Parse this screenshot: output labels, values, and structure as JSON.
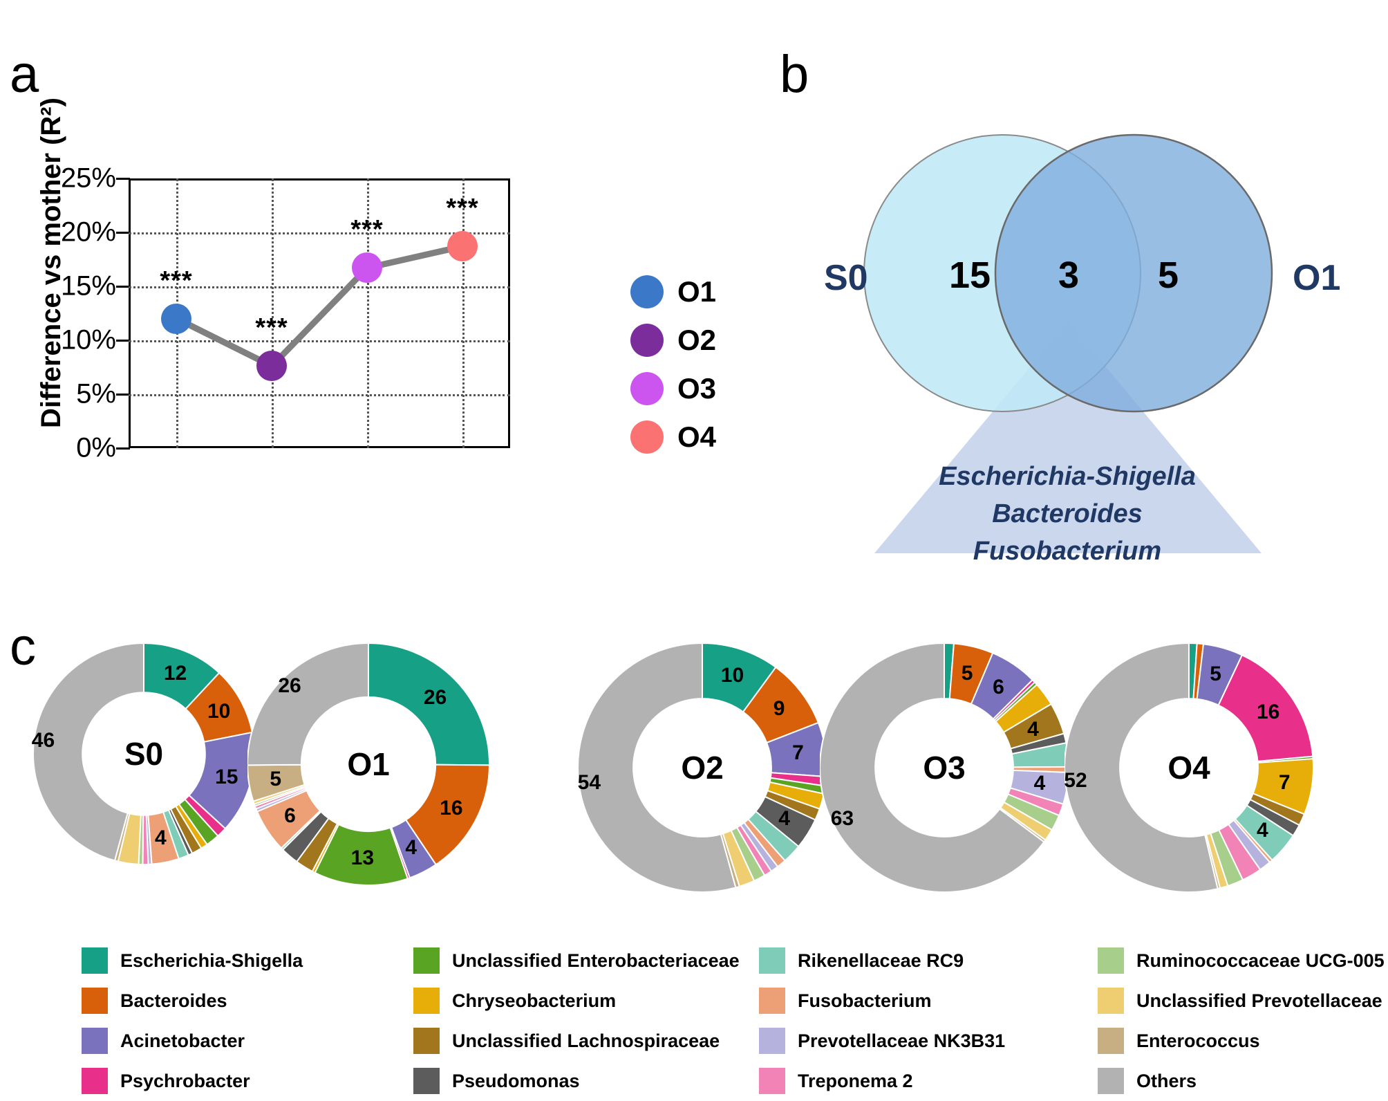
{
  "figure": {
    "panel_letters": {
      "a": "a",
      "b": "b",
      "c": "c"
    }
  },
  "panel_a": {
    "ylabel": "Difference vs mother (R²)",
    "significance_marker": "***",
    "legend": [
      {
        "label": "O1",
        "color": "#3C78C8"
      },
      {
        "label": "O2",
        "color": "#7B2D9B"
      },
      {
        "label": "O3",
        "color": "#CC55F0"
      },
      {
        "label": "O4",
        "color": "#FB7272"
      }
    ]
  },
  "panel_b": {
    "left_label": "S0",
    "right_label": "O1",
    "left_only": "15",
    "intersection": "3",
    "right_only": "5",
    "left_color": "#BFE9F7",
    "right_color": "#7FAEDD",
    "beam_color": "#CBD7ED",
    "text_color": "#1F3864",
    "taxa": [
      "Escherichia-Shigella",
      "Bacteroides",
      "Fusobacterium"
    ]
  },
  "panel_c": {
    "donuts": [
      {
        "name": "S0"
      },
      {
        "name": "O1"
      },
      {
        "name": "O2"
      },
      {
        "name": "O3"
      },
      {
        "name": "O4"
      }
    ],
    "legend": [
      {
        "label": "Escherichia-Shigella",
        "color": "#16A085"
      },
      {
        "label": "Bacteroides",
        "color": "#D9600B"
      },
      {
        "label": "Acinetobacter",
        "color": "#7B72BE"
      },
      {
        "label": "Psychrobacter",
        "color": "#E8308A"
      },
      {
        "label": "Unclassified Enterobacteriaceae",
        "color": "#5AA423"
      },
      {
        "label": "Chryseobacterium",
        "color": "#E7AE09"
      },
      {
        "label": "Unclassified Lachnospiraceae",
        "color": "#A2761C"
      },
      {
        "label": "Pseudomonas",
        "color": "#5C5C5C"
      },
      {
        "label": "Rikenellaceae RC9",
        "color": "#7FCCB8"
      },
      {
        "label": "Fusobacterium",
        "color": "#EDA075"
      },
      {
        "label": "Prevotellaceae NK3B31",
        "color": "#B5B3DE"
      },
      {
        "label": "Treponema 2",
        "color": "#F183B7"
      },
      {
        "label": "Ruminococcaceae UCG-005",
        "color": "#A8CE8C"
      },
      {
        "label": "Unclassified Prevotellaceae",
        "color": "#EFCE72"
      },
      {
        "label": "Enterococcus",
        "color": "#C8AF83"
      },
      {
        "label": "Others",
        "color": "#B2B2B2"
      }
    ]
  },
  "chart_data": [
    {
      "type": "line",
      "id": "panel_a_r2",
      "title": "",
      "xlabel": "",
      "ylabel": "Difference vs mother (R²)",
      "categories": [
        "O1",
        "O2",
        "O3",
        "O4"
      ],
      "values": [
        12.0,
        7.6,
        16.7,
        18.7
      ],
      "value_unit": "%",
      "ylim": [
        0,
        25
      ],
      "yticks": [
        "0%",
        "5%",
        "10%",
        "15%",
        "20%",
        "25%"
      ],
      "ytick_values": [
        0,
        5,
        10,
        15,
        20,
        25
      ],
      "grid": true,
      "annotations": [
        "***",
        "***",
        "***",
        "***"
      ],
      "point_colors": [
        "#3C78C8",
        "#7B2D9B",
        "#CC55F0",
        "#FB7272"
      ],
      "line_color": "#808080",
      "legend_position": "right"
    },
    {
      "type": "venn",
      "id": "panel_b_venn",
      "sets": [
        "S0",
        "O1"
      ],
      "left_only": 15,
      "intersection": 3,
      "right_only": 5,
      "shared_taxa": [
        "Escherichia-Shigella",
        "Bacteroides",
        "Fusobacterium"
      ]
    },
    {
      "type": "pie",
      "id": "panel_c_S0",
      "title": "S0",
      "categories": [
        "Escherichia-Shigella",
        "Bacteroides",
        "Acinetobacter",
        "Psychrobacter",
        "Unclassified Enterobacteriaceae",
        "Chryseobacterium",
        "Unclassified Lachnospiraceae",
        "Pseudomonas",
        "Rikenellaceae RC9",
        "Fusobacterium",
        "Prevotellaceae NK3B31",
        "Treponema 2",
        "Ruminococcaceae UCG-005",
        "Unclassified Prevotellaceae",
        "Enterococcus",
        "Others"
      ],
      "values": [
        12,
        10,
        15,
        1.5,
        2,
        1,
        1.5,
        0.6,
        1.5,
        4,
        0.5,
        0.8,
        0.6,
        3,
        0.5,
        46
      ],
      "labeled": {
        "Escherichia-Shigella": 12,
        "Bacteroides": 10,
        "Acinetobacter": 15,
        "Fusobacterium": 4,
        "Others": 46
      }
    },
    {
      "type": "pie",
      "id": "panel_c_O1",
      "title": "O1",
      "categories": [
        "Escherichia-Shigella",
        "Bacteroides",
        "Acinetobacter",
        "Psychrobacter",
        "Unclassified Enterobacteriaceae",
        "Chryseobacterium",
        "Unclassified Lachnospiraceae",
        "Pseudomonas",
        "Rikenellaceae RC9",
        "Fusobacterium",
        "Prevotellaceae NK3B31",
        "Treponema 2",
        "Ruminococcaceae UCG-005",
        "Unclassified Prevotellaceae",
        "Enterococcus",
        "Others"
      ],
      "values": [
        26,
        16,
        4,
        0.3,
        13,
        0.4,
        2.5,
        2.5,
        0.3,
        6,
        0.4,
        0.4,
        0.3,
        0.4,
        5,
        26
      ],
      "labeled": {
        "Escherichia-Shigella": 26,
        "Bacteroides": 16,
        "Acinetobacter": 4,
        "Unclassified Enterobacteriaceae": 13,
        "Fusobacterium": 6,
        "Enterococcus": 5,
        "Others": 26
      }
    },
    {
      "type": "pie",
      "id": "panel_c_O2",
      "title": "O2",
      "categories": [
        "Escherichia-Shigella",
        "Bacteroides",
        "Acinetobacter",
        "Psychrobacter",
        "Unclassified Enterobacteriaceae",
        "Chryseobacterium",
        "Unclassified Lachnospiraceae",
        "Pseudomonas",
        "Rikenellaceae RC9",
        "Fusobacterium",
        "Prevotellaceae NK3B31",
        "Treponema 2",
        "Ruminococcaceae UCG-005",
        "Unclassified Prevotellaceae",
        "Enterococcus",
        "Others"
      ],
      "values": [
        10,
        9,
        7,
        1.2,
        1,
        2,
        1.5,
        4,
        2.5,
        1.2,
        1,
        1,
        1.5,
        2,
        0.5,
        54
      ],
      "labeled": {
        "Escherichia-Shigella": 10,
        "Bacteroides": 9,
        "Acinetobacter": 7,
        "Pseudomonas": 4,
        "Others": 54
      }
    },
    {
      "type": "pie",
      "id": "panel_c_O3",
      "title": "O3",
      "categories": [
        "Escherichia-Shigella",
        "Bacteroides",
        "Acinetobacter",
        "Psychrobacter",
        "Unclassified Enterobacteriaceae",
        "Chryseobacterium",
        "Unclassified Lachnospiraceae",
        "Pseudomonas",
        "Rikenellaceae RC9",
        "Fusobacterium",
        "Prevotellaceae NK3B31",
        "Treponema 2",
        "Ruminococcaceae UCG-005",
        "Unclassified Prevotellaceae",
        "Enterococcus",
        "Others"
      ],
      "values": [
        1.2,
        5,
        6,
        0.4,
        0.4,
        3,
        4,
        1.2,
        3,
        0.7,
        4,
        1.5,
        2,
        1.5,
        0.3,
        63
      ],
      "labeled": {
        "Bacteroides": 5,
        "Acinetobacter": 6,
        "Unclassified Lachnospiraceae": 4,
        "Prevotellaceae NK3B31": 4,
        "Others": 63
      }
    },
    {
      "type": "pie",
      "id": "panel_c_O4",
      "title": "O4",
      "categories": [
        "Escherichia-Shigella",
        "Bacteroides",
        "Acinetobacter",
        "Psychrobacter",
        "Unclassified Enterobacteriaceae",
        "Chryseobacterium",
        "Unclassified Lachnospiraceae",
        "Pseudomonas",
        "Rikenellaceae RC9",
        "Fusobacterium",
        "Prevotellaceae NK3B31",
        "Treponema 2",
        "Ruminococcaceae UCG-005",
        "Unclassified Prevotellaceae",
        "Enterococcus",
        "Others"
      ],
      "values": [
        1,
        0.8,
        5,
        16,
        0.3,
        7,
        1.5,
        1.5,
        4,
        0.4,
        1.5,
        2.5,
        2,
        1,
        0.3,
        52
      ],
      "labeled": {
        "Acinetobacter": 5,
        "Psychrobacter": 16,
        "Chryseobacterium": 7,
        "Rikenellaceae RC9": 4,
        "Others": 52
      }
    }
  ]
}
